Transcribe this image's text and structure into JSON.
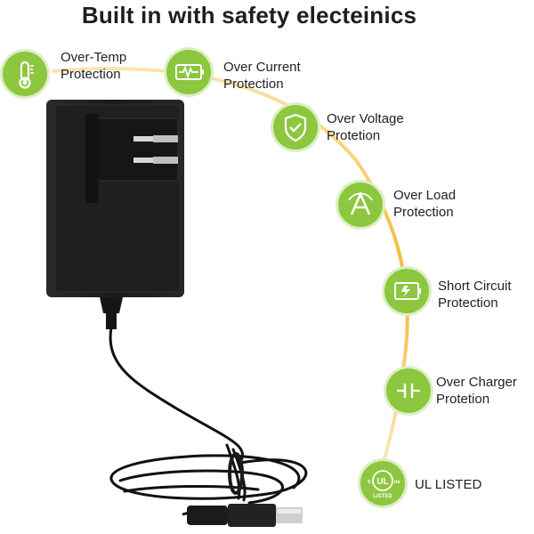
{
  "title": "Built in with safety electeinics",
  "features": [
    {
      "icon": "thermometer-icon",
      "line1": "Over-Temp",
      "line2": "Protection"
    },
    {
      "icon": "current-wave-icon",
      "line1": "Over Current",
      "line2": "Protection"
    },
    {
      "icon": "shield-check-icon",
      "line1": "Over Voltage",
      "line2": "Protetion"
    },
    {
      "icon": "load-a-icon",
      "line1": "Over Load",
      "line2": "Protection"
    },
    {
      "icon": "short-circuit-icon",
      "line1": "Short Circuit",
      "line2": "Protection"
    },
    {
      "icon": "charger-icon",
      "line1": "Over Charger",
      "line2": "Protetion"
    },
    {
      "icon": "ul-listed-icon",
      "line1": "UL LISTED",
      "line2": ""
    }
  ],
  "ul_mark": {
    "c": "c",
    "ul": "UL",
    "us": "us",
    "listed": "LISTED"
  },
  "colors": {
    "accent": "#8dc63f",
    "arc": "#f7b733",
    "adapter": "#1c1c1c"
  }
}
